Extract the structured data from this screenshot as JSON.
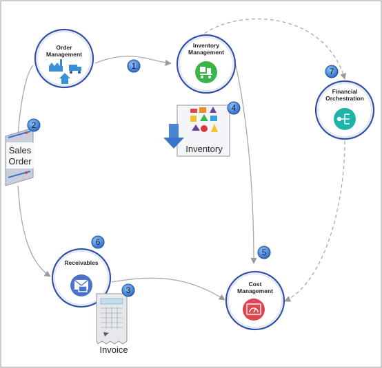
{
  "nodes": {
    "order_management": {
      "line1": "Order",
      "line2": "Management"
    },
    "inventory_management": {
      "line1": "Inventory",
      "line2": "Management"
    },
    "financial_orchestration": {
      "line1": "Financial",
      "line2": "Orchestration"
    },
    "receivables": {
      "line1": "Receivables"
    },
    "cost_management": {
      "line1": "Cost",
      "line2": "Management"
    }
  },
  "documents": {
    "sales_order": {
      "line1": "Sales",
      "line2": "Order"
    },
    "inventory": {
      "label": "Inventory"
    },
    "invoice": {
      "label": "Invoice"
    }
  },
  "steps": [
    "1",
    "2",
    "3",
    "4",
    "5",
    "6",
    "7"
  ],
  "colors": {
    "node_ring": "#2f4fa8",
    "order_icon": "#3b8fd8",
    "inventory_icon": "#39b54a",
    "financial_icon": "#1fb5a6",
    "receivables_icon": "#4a74c9",
    "cost_icon": "#e0464e",
    "badge": "#3f7fd6",
    "connector": "#a8a8a8"
  }
}
